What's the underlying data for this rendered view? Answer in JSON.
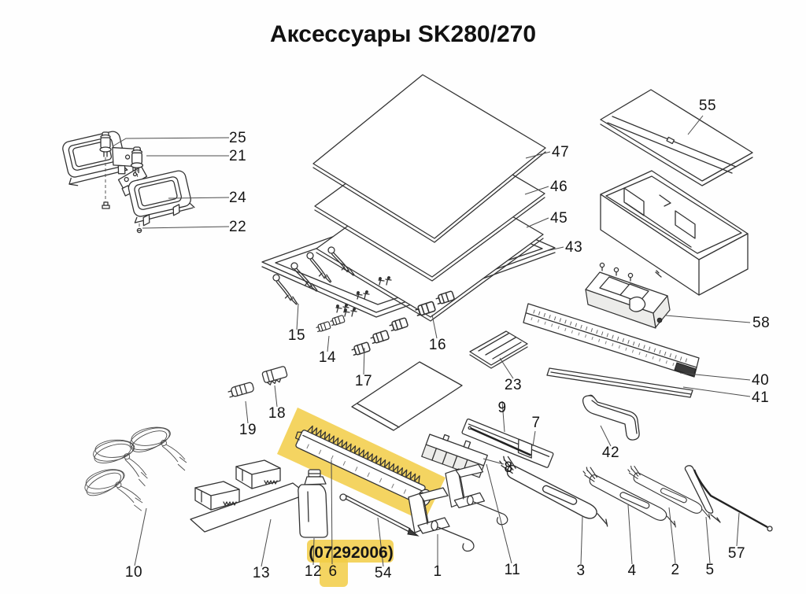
{
  "title": "Аксессуары SK280/270",
  "highlight": {
    "code": "(07292006)",
    "color": "#f2cd45",
    "highlighted_part": "6"
  },
  "colors": {
    "background": "#fefefe",
    "line": "#333333",
    "label": "#141414",
    "highlight": "#f2cd45"
  },
  "part_labels": {
    "p1": "1",
    "p2": "2",
    "p3": "3",
    "p4": "4",
    "p5": "5",
    "p6": "6",
    "p7": "7",
    "p8": "8",
    "p9": "9",
    "p10": "10",
    "p11": "11",
    "p12": "12",
    "p13": "13",
    "p14": "14",
    "p15": "15",
    "p16": "16",
    "p17": "17",
    "p18": "18",
    "p19": "19",
    "p21": "21",
    "p22": "22",
    "p23": "23",
    "p24": "24",
    "p25": "25",
    "p40": "40",
    "p41": "41",
    "p42": "42",
    "p43": "43",
    "p45": "45",
    "p46": "46",
    "p47": "47",
    "p54": "54",
    "p55": "55",
    "p57": "57",
    "p58": "58"
  }
}
